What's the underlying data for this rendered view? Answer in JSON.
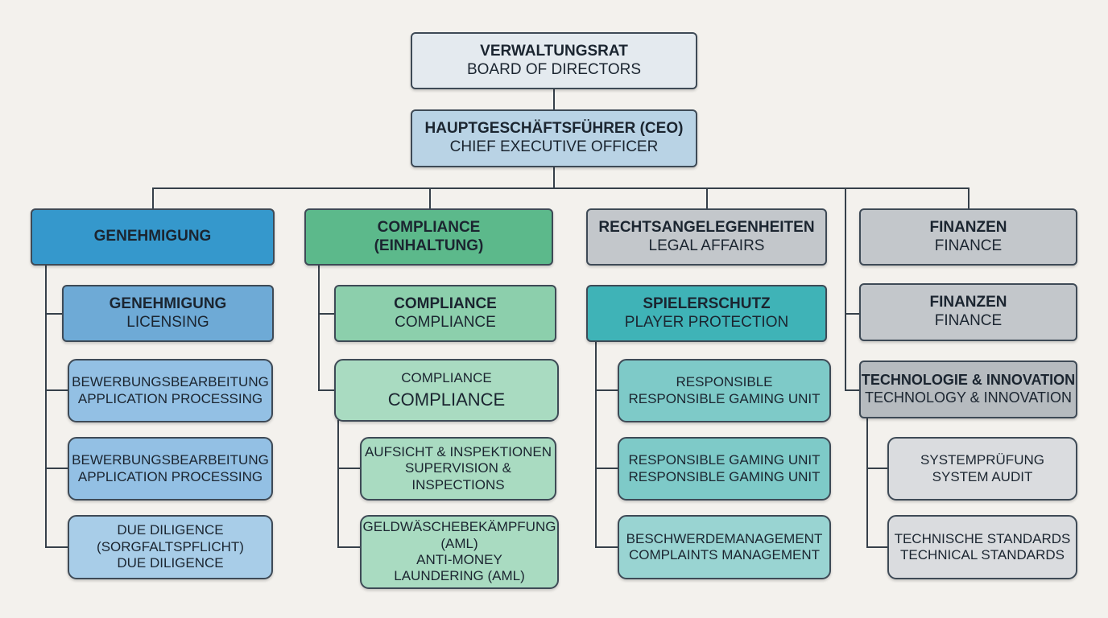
{
  "board": {
    "de": "VERWALTUNGSRAT",
    "en": "BOARD OF DIRECTORS"
  },
  "ceo": {
    "de": "HAUPTGESCHÄFTSFÜHRER (CEO)",
    "en": "CHIEF EXECUTIVE OFFICER"
  },
  "divisions": [
    {
      "header": {
        "de": "GENEHMIGUNG"
      },
      "sub": {
        "de": "GENEHMIGUNG",
        "en": "LICENSING"
      },
      "items": [
        {
          "line1": "BEWERBUNGSBEARBEITUNG",
          "line2": "APPLICATION PROCESSING"
        },
        {
          "line1": "BEWERBUNGSBEARBEITUNG",
          "line2": "APPLICATION PROCESSING"
        },
        {
          "line1": "DUE DILIGENCE",
          "line2": "(SORGFALTSPFLICHT)",
          "line3": "DUE DILIGENCE"
        }
      ]
    },
    {
      "header": {
        "de": "COMPLIANCE",
        "en": "(EINHALTUNG)"
      },
      "sub": {
        "de": "COMPLIANCE",
        "en": "COMPLIANCE"
      },
      "sub2": {
        "line1": "COMPLIANCE",
        "line2": "COMPLIANCE"
      },
      "items": [
        {
          "line1": "AUFSICHT & INSPEKTIONEN",
          "line2": "SUPERVISION &",
          "line3": "INSPECTIONS"
        },
        {
          "line1": "GELDWÄSCHEBEKÄMPFUNG",
          "line2": "(AML)",
          "line3": "ANTI-MONEY",
          "line4": "LAUNDERING (AML)"
        }
      ]
    },
    {
      "header": {
        "de": "RECHTSANGELEGENHEITEN",
        "en": "LEGAL AFFAIRS"
      },
      "sub": {
        "de": "SPIELERSCHUTZ",
        "en": "PLAYER PROTECTION"
      },
      "items": [
        {
          "line1": "RESPONSIBLE",
          "line2": "RESPONSIBLE GAMING UNIT"
        },
        {
          "line1": "RESPONSIBLE GAMING UNIT",
          "line2": "RESPONSIBLE GAMING UNIT"
        },
        {
          "line1": "BESCHWERDEMANAGEMENT",
          "line2": "COMPLAINTS MANAGEMENT"
        }
      ]
    },
    {
      "header": {
        "de": "FINANZEN",
        "en": "FINANCE"
      },
      "sub": {
        "de": "FINANZEN",
        "en": "FINANCE"
      },
      "sub2": {
        "line1": "TECHNOLOGIE & INNOVATION",
        "line2": "TECHNOLOGY & INNOVATION"
      },
      "items": [
        {
          "line1": "SYSTEMPRÜFUNG",
          "line2": "SYSTEM AUDIT"
        },
        {
          "line1": "TECHNISCHE STANDARDS",
          "line2": "TECHNICAL STANDARDS"
        }
      ]
    }
  ]
}
